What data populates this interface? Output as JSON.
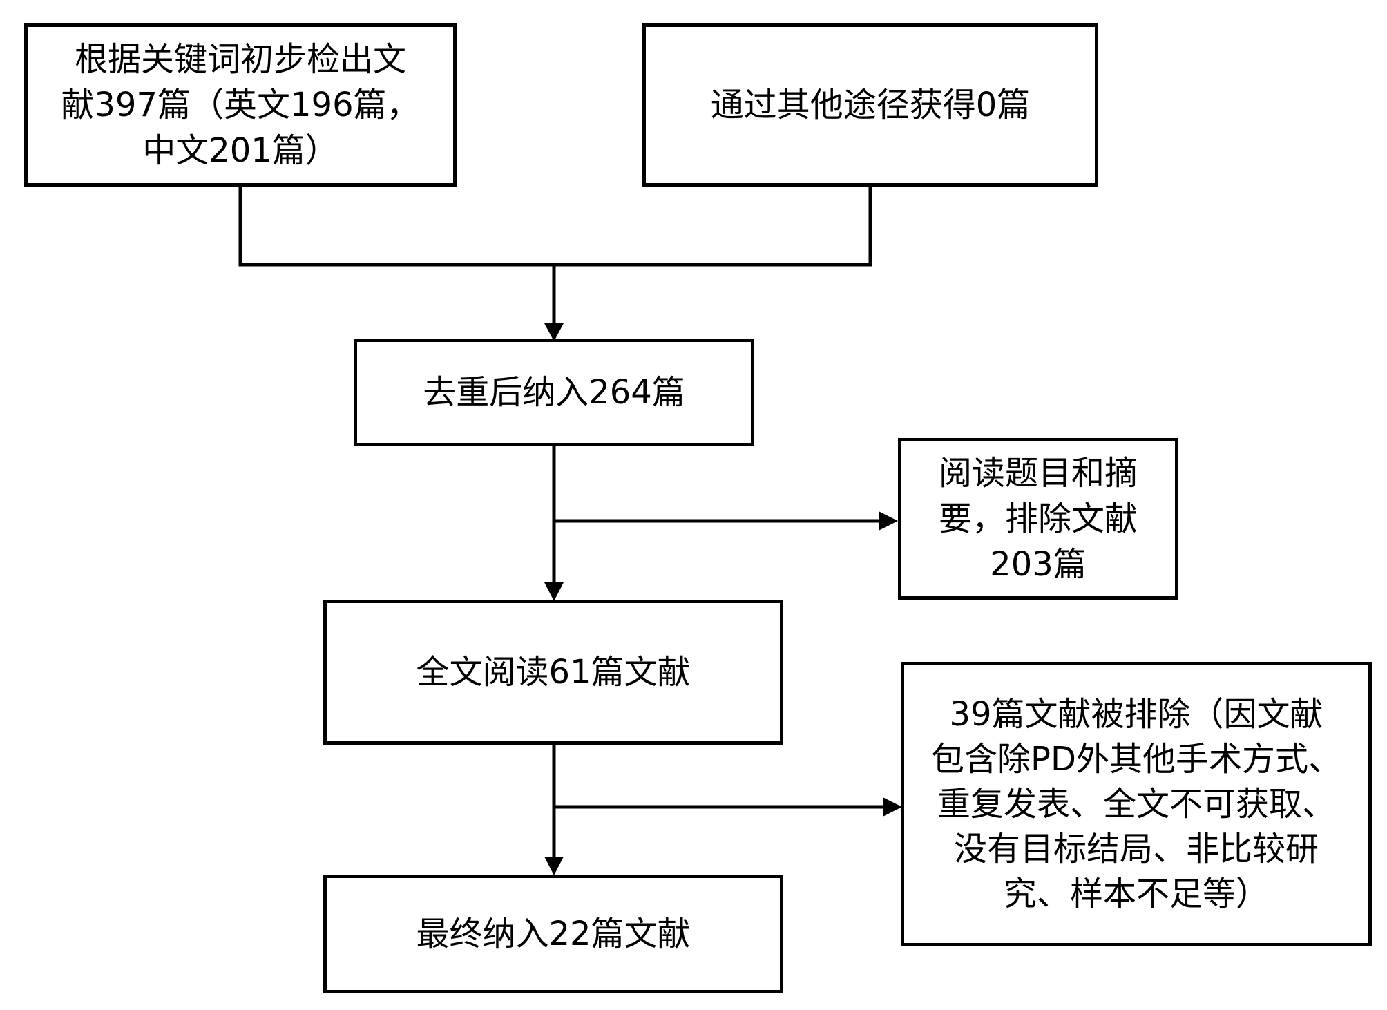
{
  "flowchart": {
    "colors": {
      "stroke": "#000000",
      "fill": "#ffffff",
      "text": "#000000"
    },
    "nodes": {
      "search": {
        "lines": [
          "根据关键词初步检出文",
          "献397篇（英文196篇，",
          "中文201篇）"
        ]
      },
      "other_sources": {
        "lines": [
          "通过其他途径获得0篇"
        ]
      },
      "dedup": {
        "lines": [
          "去重后纳入264篇"
        ]
      },
      "exclude_title_abstract": {
        "lines": [
          "阅读题目和摘",
          "要，排除文献",
          "203篇"
        ]
      },
      "full_text_read": {
        "lines": [
          "全文阅读61篇文献"
        ]
      },
      "exclude_full_text": {
        "lines": [
          "39篇文献被排除（因文献",
          "包含除PD外其他手术方式、",
          "重复发表、全文不可获取、",
          "没有目标结局、非比较研",
          "究、样本不足等）"
        ]
      },
      "final_included": {
        "lines": [
          "最终纳入22篇文献"
        ]
      }
    }
  }
}
